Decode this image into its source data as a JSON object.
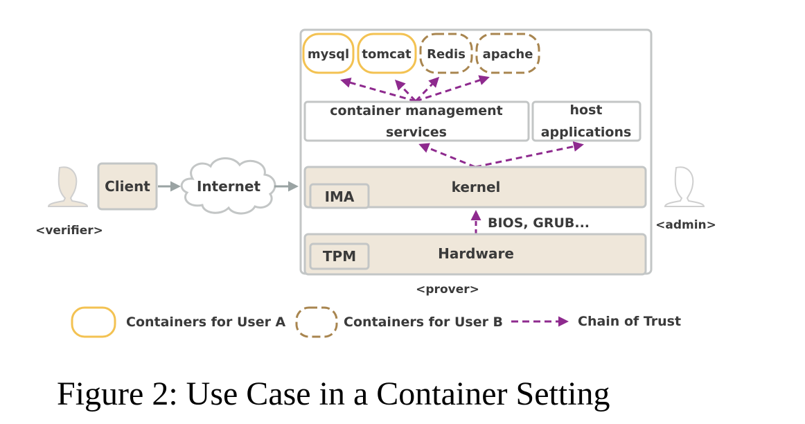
{
  "colors": {
    "user_a": "#f3c252",
    "user_b": "#a8854f",
    "chain": "#8e2a8e",
    "tan_fill": "#efe7da",
    "box_border": "#c3c6c6",
    "person": "#d2d2d2"
  },
  "icons": {
    "verifier": "person-icon",
    "admin": "person-icon",
    "internet": "cloud-icon"
  },
  "nodes": {
    "client": "Client",
    "internet": "Internet",
    "verifier_label": "<verifier>",
    "admin_label": "<admin>",
    "prover_label": "<prover>",
    "containers": {
      "mysql": "mysql",
      "tomcat": "tomcat",
      "redis": "Redis",
      "apache": "apache"
    },
    "cms_line1": "container management",
    "cms_line2": "services",
    "host_line1": "host",
    "host_line2": "applications",
    "kernel": "kernel",
    "ima": "IMA",
    "bios": "BIOS, GRUB...",
    "hardware": "Hardware",
    "tpm": "TPM"
  },
  "legend": {
    "user_a": "Containers for User A",
    "user_b": "Containers for User B",
    "chain": "Chain of Trust"
  },
  "caption": "Figure 2: Use Case in a Container Setting"
}
